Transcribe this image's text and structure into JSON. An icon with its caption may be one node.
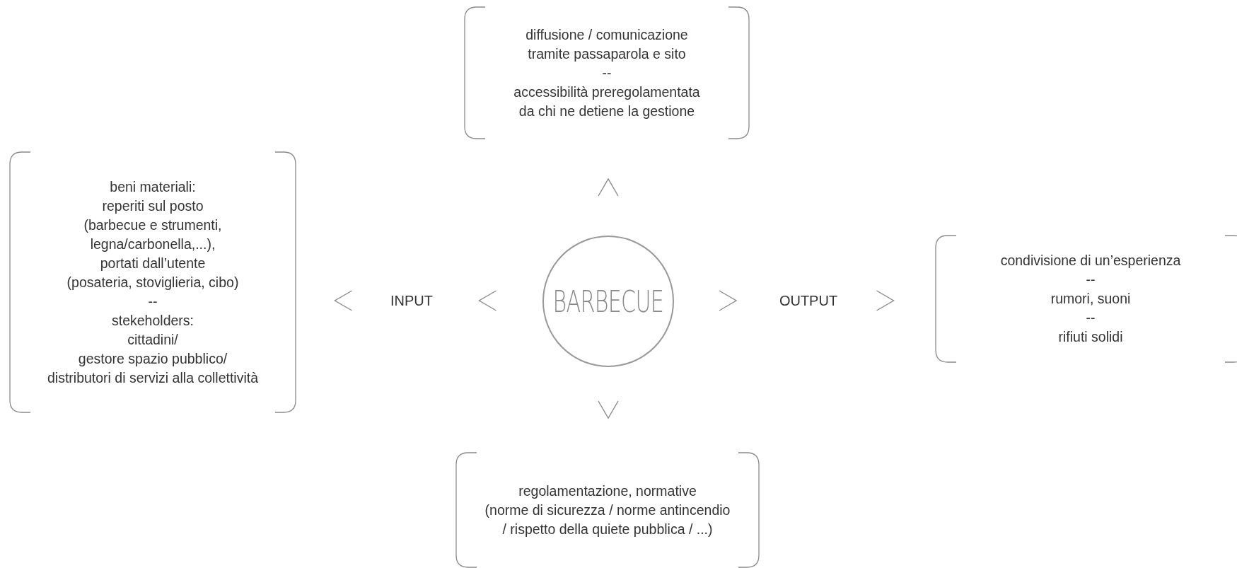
{
  "diagram": {
    "nodes": [
      {
        "text": [
          "diffusione / comunicazione",
          "tramite passaparola e sito",
          "--",
          "accessibilità preregolamentata",
          "da chi ne detiene la gestione"
        ]
      },
      {
        "text": [
          "beni materiali:",
          "reperiti sul posto",
          "(barbecue e strumenti,",
          "legna/carbonella,...),",
          "portati dall’utente",
          "(posateria, stoviglieria, cibo)",
          "--",
          "stekeholders:",
          "cittadini/",
          "gestore spazio pubblico/",
          "distributori di servizi alla collettività"
        ]
      },
      {
        "text": [
          "BARBECUE"
        ]
      },
      {
        "text": [
          "condivisione di un’esperienza",
          "--",
          "rumori, suoni",
          "--",
          "rifiuti solidi"
        ]
      },
      {
        "text": [
          "regolamentazione, normative",
          "(norme di sicurezza / norme antincendio",
          "/ rispetto della quiete pubblica / ...)"
        ]
      },
      {
        "text": [
          "INPUT"
        ]
      },
      {
        "text": [
          "OUTPUT"
        ]
      }
    ],
    "edges": [
      {
        "from": 5,
        "to": 1,
        "arrow": "to"
      },
      {
        "from": 2,
        "to": 5,
        "arrow": "to"
      },
      {
        "from": 2,
        "to": 6,
        "arrow": "to"
      },
      {
        "from": 6,
        "to": 3,
        "arrow": "to"
      },
      {
        "from": 2,
        "to": 0,
        "arrow": "to"
      },
      {
        "from": 2,
        "to": 4,
        "arrow": "to"
      }
    ]
  }
}
